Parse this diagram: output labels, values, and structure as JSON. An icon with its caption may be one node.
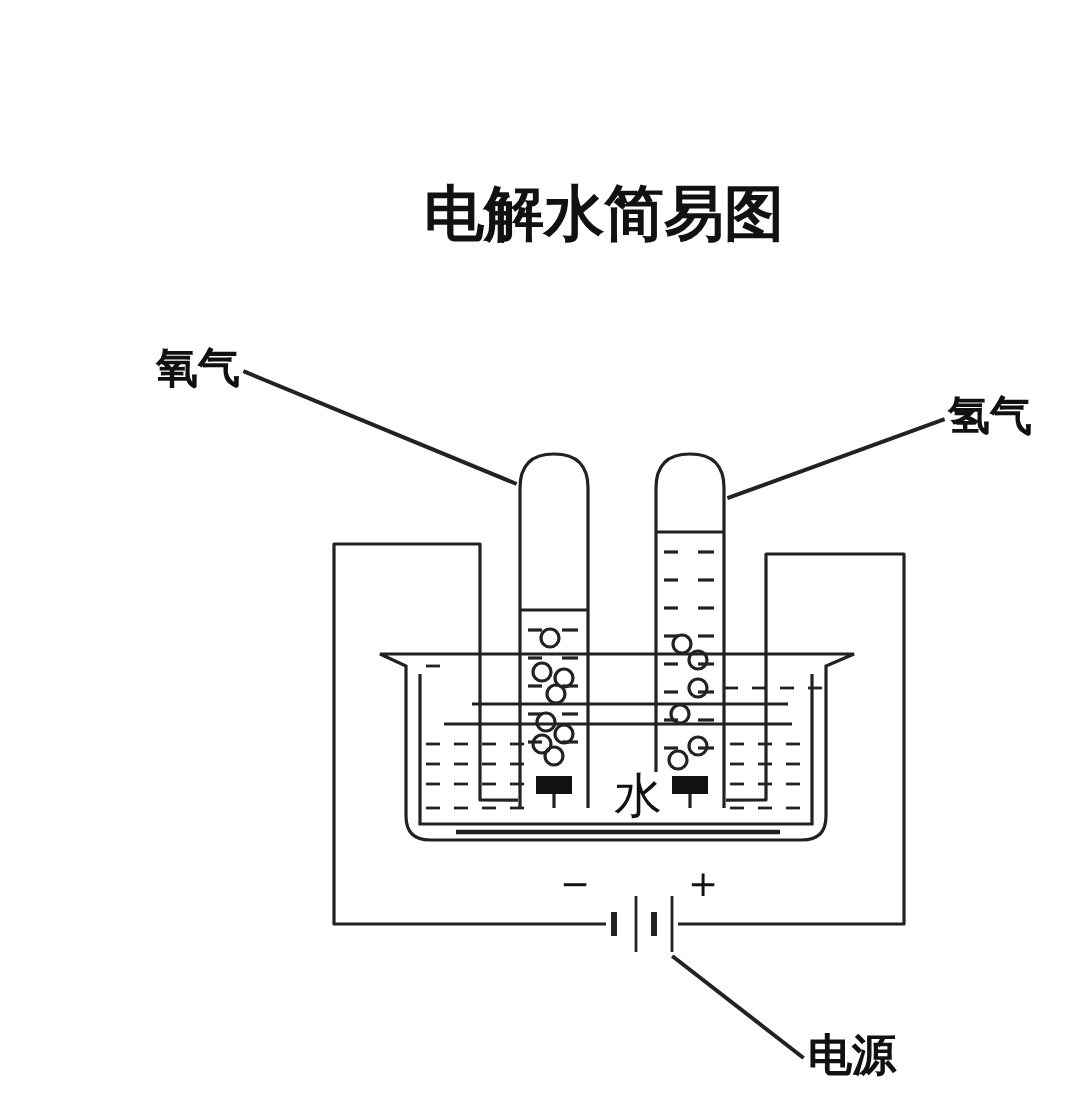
{
  "diagram": {
    "title": "电解水简易图",
    "nodes": [
      {
        "text": [
          "氧气"
        ]
      },
      {
        "text": [],
        "shape": "cylinder"
      },
      {
        "text": [
          "氢气"
        ]
      },
      {
        "text": [],
        "shape": "cylinder"
      },
      {
        "text": [],
        "shape": "battery"
      },
      {
        "text": [
          "电源"
        ]
      }
    ],
    "edges": [
      {
        "from": 0,
        "to": 1,
        "arrow": "none"
      },
      {
        "from": 2,
        "to": 3,
        "arrow": "none"
      },
      {
        "from": 5,
        "to": 4,
        "arrow": "none"
      },
      {
        "from": 1,
        "to": 4,
        "arrow": "none"
      },
      {
        "from": 3,
        "to": 4,
        "arrow": "none"
      }
    ],
    "labels": [
      "水",
      "−",
      "+"
    ]
  }
}
